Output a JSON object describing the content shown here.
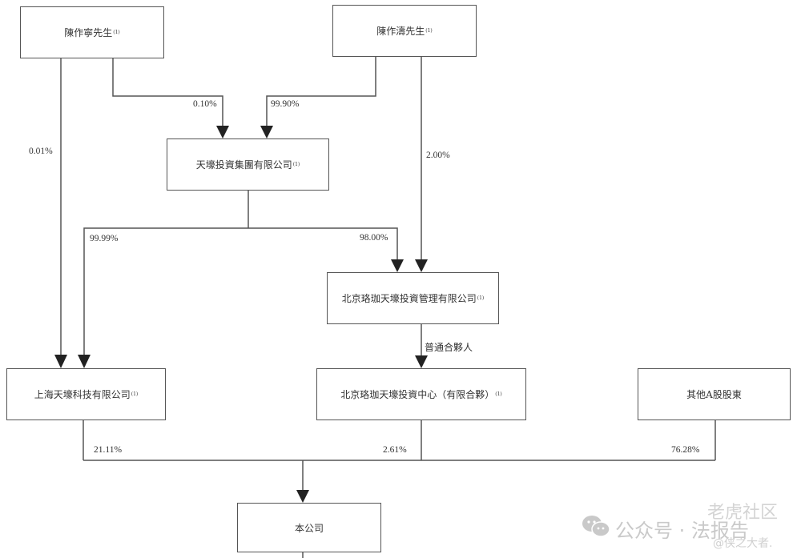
{
  "entities": {
    "chen_zuoning": {
      "label": "陳作寧先生",
      "note": "(1)"
    },
    "chen_zuotao": {
      "label": "陳作濤先生",
      "note": "(1)"
    },
    "tianhao_group": {
      "label": "天壕投資集團有限公司",
      "note": "(1)"
    },
    "luojia_mgmt": {
      "label": "北京珞珈天壕投資管理有限公司",
      "note": "(1)"
    },
    "shanghai_tech": {
      "label": "上海天壕科技有限公司",
      "note": "(1)"
    },
    "luojia_center": {
      "label": "北京珞珈天壕投資中心（有限合夥）",
      "note": "(1)"
    },
    "other_a_shareholders": {
      "label": "其他A股股東",
      "note": ""
    },
    "company": {
      "label": "本公司",
      "note": ""
    }
  },
  "edges": [
    {
      "from": "chen_zuoning",
      "to": "shanghai_tech",
      "label": "0.01%"
    },
    {
      "from": "chen_zuoning",
      "to": "tianhao_group",
      "label": "0.10%"
    },
    {
      "from": "chen_zuotao",
      "to": "tianhao_group",
      "label": "99.90%"
    },
    {
      "from": "chen_zuotao",
      "to": "luojia_mgmt",
      "label": "2.00%"
    },
    {
      "from": "tianhao_group",
      "to": "shanghai_tech",
      "label": "99.99%"
    },
    {
      "from": "tianhao_group",
      "to": "luojia_mgmt",
      "label": "98.00%"
    },
    {
      "from": "luojia_mgmt",
      "to": "luojia_center",
      "label": "普通合夥人"
    },
    {
      "from": "shanghai_tech",
      "to": "company",
      "label": "21.11%"
    },
    {
      "from": "luojia_center",
      "to": "company",
      "label": "2.61%"
    },
    {
      "from": "other_a_shareholders",
      "to": "company",
      "label": "76.28%"
    }
  ],
  "watermark": {
    "wechat": "公众号 · 法报告",
    "community": "老虎社区",
    "handle": "@侠之大者."
  }
}
